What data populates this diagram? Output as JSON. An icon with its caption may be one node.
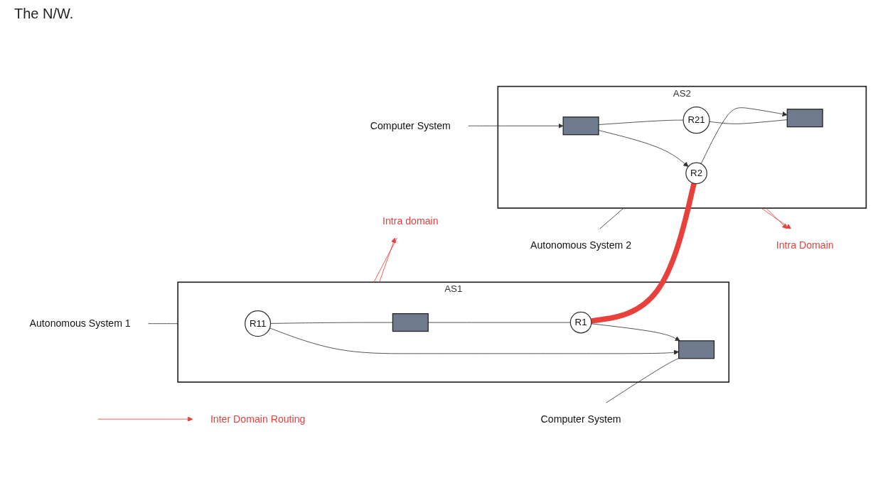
{
  "diagram": {
    "title": "The N/W.",
    "nodes": [
      {
        "text": [
          "AS1"
        ]
      },
      {
        "text": [
          "R11"
        ],
        "in": 0
      },
      {
        "text": [],
        "shape": "box",
        "in": 0
      },
      {
        "text": [
          "R1"
        ],
        "in": 0
      },
      {
        "text": [],
        "shape": "box",
        "in": 0
      },
      {
        "text": [
          "AS2"
        ]
      },
      {
        "text": [
          "R2"
        ],
        "in": 5
      },
      {
        "text": [],
        "shape": "box",
        "in": 5
      },
      {
        "text": [
          "R21"
        ],
        "in": 5
      },
      {
        "text": [],
        "shape": "box",
        "in": 5
      },
      {
        "text": [
          "Autonomous System 1"
        ]
      },
      {
        "text": [
          "Computer System"
        ]
      },
      {
        "text": [
          "Intra domain"
        ]
      },
      {
        "text": [
          "Computer System"
        ]
      },
      {
        "text": [
          "Autonomous System 2"
        ]
      },
      {
        "text": [
          "Inter Domain Routing"
        ]
      },
      {
        "text": [
          "Intra Domain"
        ]
      }
    ],
    "edges": [
      {
        "from": 1,
        "to": 2,
        "arrow": "none"
      },
      {
        "from": 2,
        "to": 3,
        "arrow": "none"
      },
      {
        "from": 3,
        "to": 4,
        "arrow": "to"
      },
      {
        "from": 1,
        "to": 4,
        "arrow": "to"
      },
      {
        "from": 7,
        "to": 6,
        "arrow": "to"
      },
      {
        "from": 7,
        "to": 8,
        "arrow": "none"
      },
      {
        "from": 6,
        "to": 9,
        "arrow": "to"
      },
      {
        "from": 8,
        "to": 9,
        "arrow": "none"
      },
      {
        "from": 3,
        "to": 6,
        "arrow": "none",
        "style": "thick",
        "color": "#e8413c"
      },
      {
        "from": 10,
        "to": 0,
        "arrow": "none"
      },
      {
        "from": 11,
        "to": 4,
        "arrow": "none"
      },
      {
        "from": 13,
        "to": 7,
        "arrow": "to"
      },
      {
        "from": 14,
        "to": 5,
        "arrow": "none"
      },
      {
        "from": 0,
        "to": 12,
        "arrow": "to",
        "color": "#e8413c"
      },
      {
        "from": 12,
        "to": 0,
        "arrow": "none",
        "color": "#e8413c"
      },
      {
        "from": null,
        "to": 15,
        "arrow": "to",
        "color": "#e8413c"
      },
      {
        "from": 5,
        "to": 16,
        "arrow": "to",
        "color": "#e8413c"
      },
      {
        "from": 5,
        "to": 16,
        "arrow": "to",
        "color": "#e8413c"
      }
    ]
  }
}
